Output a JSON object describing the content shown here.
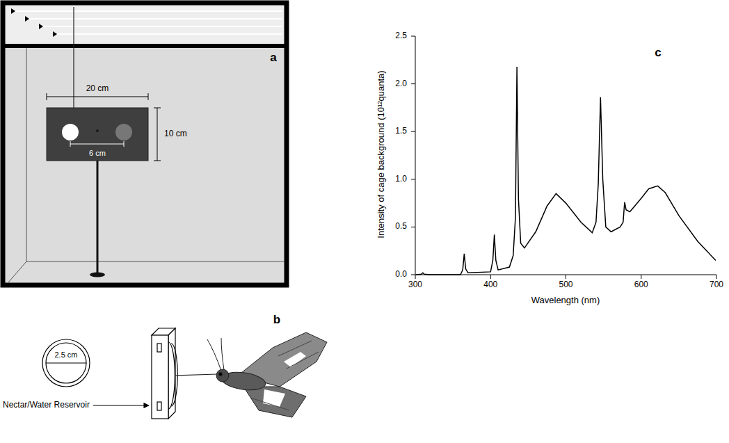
{
  "diagram": {
    "labels": [
      "a",
      "20 cm",
      "6 cm",
      "10 cm",
      "b",
      "2.5 cm",
      "Nectar/Water Reservoir",
      "c",
      "Intensity of cage background (10¹²quanta)",
      "Wavelength (nm)",
      "2.5",
      "2.0",
      "1.5",
      "1.0",
      "0.5",
      "0.0",
      "300",
      "400",
      "500",
      "600",
      "700"
    ]
  }
}
